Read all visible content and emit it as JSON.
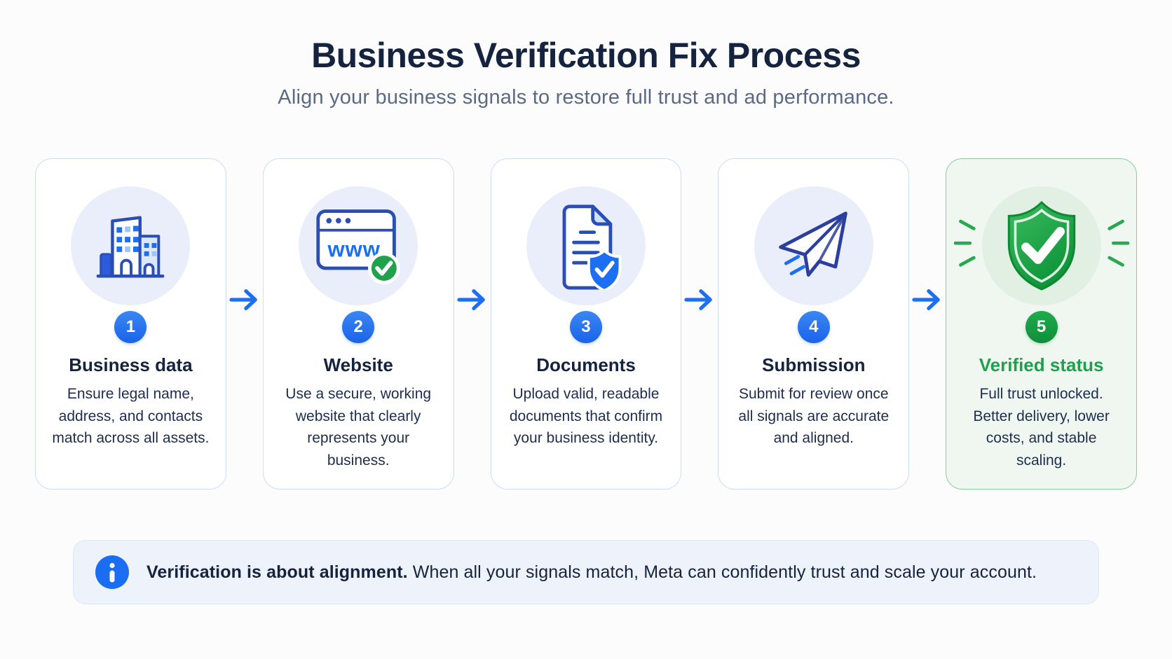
{
  "page": {
    "title": "Business Verification Fix Process",
    "subtitle": "Align your business signals to restore full trust and ad performance."
  },
  "steps": [
    {
      "number": "1",
      "title": "Business data",
      "description": "Ensure legal name, address, and contacts match across all assets.",
      "icon": "building-icon"
    },
    {
      "number": "2",
      "title": "Website",
      "description": "Use a secure, working website that clearly represents your business.",
      "icon": "browser-www-icon",
      "icon_text": "www"
    },
    {
      "number": "3",
      "title": "Documents",
      "description": "Upload valid, readable documents that confirm your business identity.",
      "icon": "document-shield-icon"
    },
    {
      "number": "4",
      "title": "Submission",
      "description": "Submit for review once all signals are accurate and aligned.",
      "icon": "paper-plane-icon"
    },
    {
      "number": "5",
      "title": "Verified status",
      "description": "Full trust unlocked. Better delivery, lower costs, and stable scaling.",
      "icon": "shield-check-icon",
      "state": "success"
    }
  ],
  "banner": {
    "icon": "info-icon",
    "bold_text": "Verification is about alignment.",
    "text": " When all your signals match, Meta can confidently trust and scale your account."
  },
  "colors": {
    "accent_blue": "#1c6ef2",
    "deep_blue": "#2b4eb5",
    "success_green": "#149e44",
    "title_navy": "#15233e",
    "subtitle_gray": "#5a6a84",
    "card_border": "#cdddf3",
    "card_border_green": "#86cf9c",
    "icon_circle_bg": "#e9eefa",
    "banner_bg": "#edf2fb"
  }
}
